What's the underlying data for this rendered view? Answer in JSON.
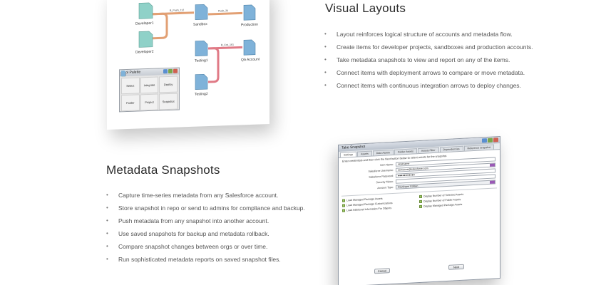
{
  "visual_layouts": {
    "title": "Visual Layouts",
    "bullets": [
      "Layout reinforces logical structure of accounts and metadata flow.",
      "Create items for developer projects, sandboxes and production accounts.",
      "Take metadata snapshots to view and report on any of the items.",
      "Connect items with deployment arrows to compare or move metadata.",
      "Connect items with continuous integration arrows to deploy changes."
    ],
    "diagram": {
      "nodes": [
        "Developer1",
        "Sandbox",
        "Production",
        "Developer2",
        "Testing1",
        "QA Account",
        "Testing2"
      ],
      "connections": [
        "B_Push_112",
        "Push_34",
        "B_Cnt_161"
      ],
      "palette": {
        "title": "Tool Palette",
        "tools": [
          "Select",
          "Integrate",
          "Deploy",
          "Folder",
          "Project",
          "Snapshot"
        ]
      }
    }
  },
  "metadata_snapshots": {
    "title": "Metadata Snapshots",
    "bullets": [
      "Capture time-series metadata from any Salesforce account.",
      "Store snapshot in repo or send to admins for compliance and backup.",
      "Push metadata from any snapshot into another account.",
      "Use saved snapshots for backup and metadata rollback.",
      "Compare snapshot changes between orgs or over time.",
      "Run sophisticated metadata reports on saved snapshot files."
    ],
    "window": {
      "title": "Take Snapshot",
      "tabs": [
        "Settings",
        "Assets",
        "Data Assets",
        "Folder Assets",
        "Assets Filter",
        "Dependencies",
        "Reference Snapshot"
      ],
      "intro": "Enter credentials and then click the Next button below to select assets for the snapshot.",
      "fields": [
        {
          "label": "Item Name:",
          "value": "Hostname"
        },
        {
          "label": "Salesforce Username:",
          "value": "someone@salesforce.com"
        },
        {
          "label": "Salesforce Password:",
          "value": "●●●●●●●●●●●"
        },
        {
          "label": "Security Token:",
          "value": ""
        },
        {
          "label": "Account Type:",
          "value": "Developer Edition"
        }
      ],
      "checks_left": [
        "Load Managed Package Assets",
        "Load Managed Package Customizations",
        "Load Additional Information For Objects"
      ],
      "checks_right": [
        "Display Number of Selected Assets",
        "Display Number of Folder Assets",
        "Display Managed Package Assets"
      ],
      "cancel_label": "Cancel",
      "next_label": "Next"
    }
  },
  "colors": {
    "node_blue": "#7fb2d9",
    "node_teal": "#8fd1c8",
    "arrow_orange": "#e2a074",
    "arrow_red": "#e07a86",
    "accent_purple": "#9b59b6",
    "check_green": "#9ccc65"
  }
}
